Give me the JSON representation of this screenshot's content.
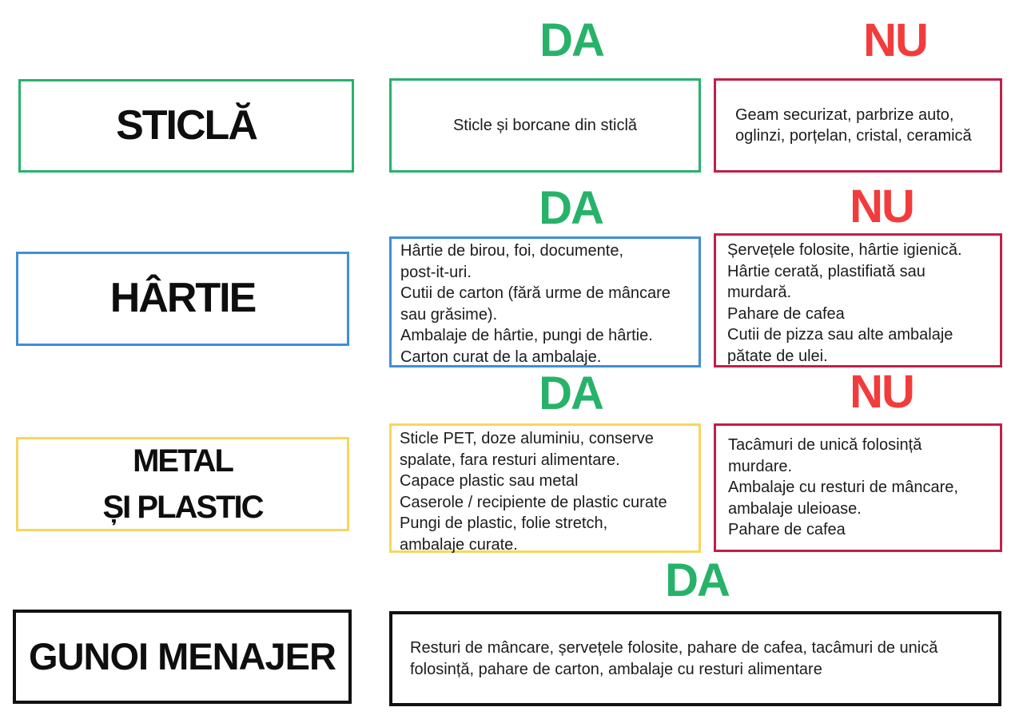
{
  "palette": {
    "yes_green": "#27b26a",
    "no_red": "#f23c3c",
    "no_border_crimson": "#c02048",
    "paper_blue": "#3e8fd8",
    "metal_yellow": "#f7d65f",
    "household_black": "#111111"
  },
  "headers": {
    "da": "DA",
    "nu": "NU"
  },
  "rows": [
    {
      "id": "sticla",
      "category_lines": [
        "STICLĂ"
      ],
      "da_lines": [
        "Sticle și borcane din sticlă"
      ],
      "nu_lines": [
        "Geam securizat, parbrize auto,",
        "oglinzi, porțelan, cristal, ceramică"
      ]
    },
    {
      "id": "hartie",
      "category_lines": [
        "HÂRTIE"
      ],
      "da_lines": [
        "Hârtie de birou, foi, documente,",
        "post-it-uri.",
        "Cutii de carton (fără urme de mâncare",
        "sau grăsime).",
        "Ambalaje de hârtie, pungi de hârtie.",
        "Carton curat de la ambalaje."
      ],
      "nu_lines": [
        "Șervețele folosite, hârtie igienică.",
        "Hârtie cerată, plastifiată sau",
        "murdară.",
        "Pahare de cafea",
        "Cutii de pizza sau alte ambalaje",
        "pătate de ulei."
      ]
    },
    {
      "id": "metal-plastic",
      "category_lines": [
        "METAL",
        "ȘI PLASTIC"
      ],
      "da_lines": [
        "Sticle PET, doze aluminiu, conserve",
        "spalate, fara resturi alimentare.",
        "Capace plastic sau metal",
        "Caserole / recipiente de plastic curate",
        "Pungi de plastic, folie stretch,",
        "ambalaje curate."
      ],
      "nu_lines": [
        "Tacâmuri de unică folosință",
        "murdare.",
        "Ambalaje cu resturi de mâncare,",
        "ambalaje uleioase.",
        "Pahare de cafea"
      ]
    },
    {
      "id": "gunoi-menajer",
      "category_lines": [
        "GUNOI MENAJER"
      ],
      "da_lines": [
        "Resturi de mâncare, șervețele folosite, pahare de cafea, tacâmuri de unică",
        "folosință, pahare de carton, ambalaje cu resturi alimentare"
      ]
    }
  ]
}
